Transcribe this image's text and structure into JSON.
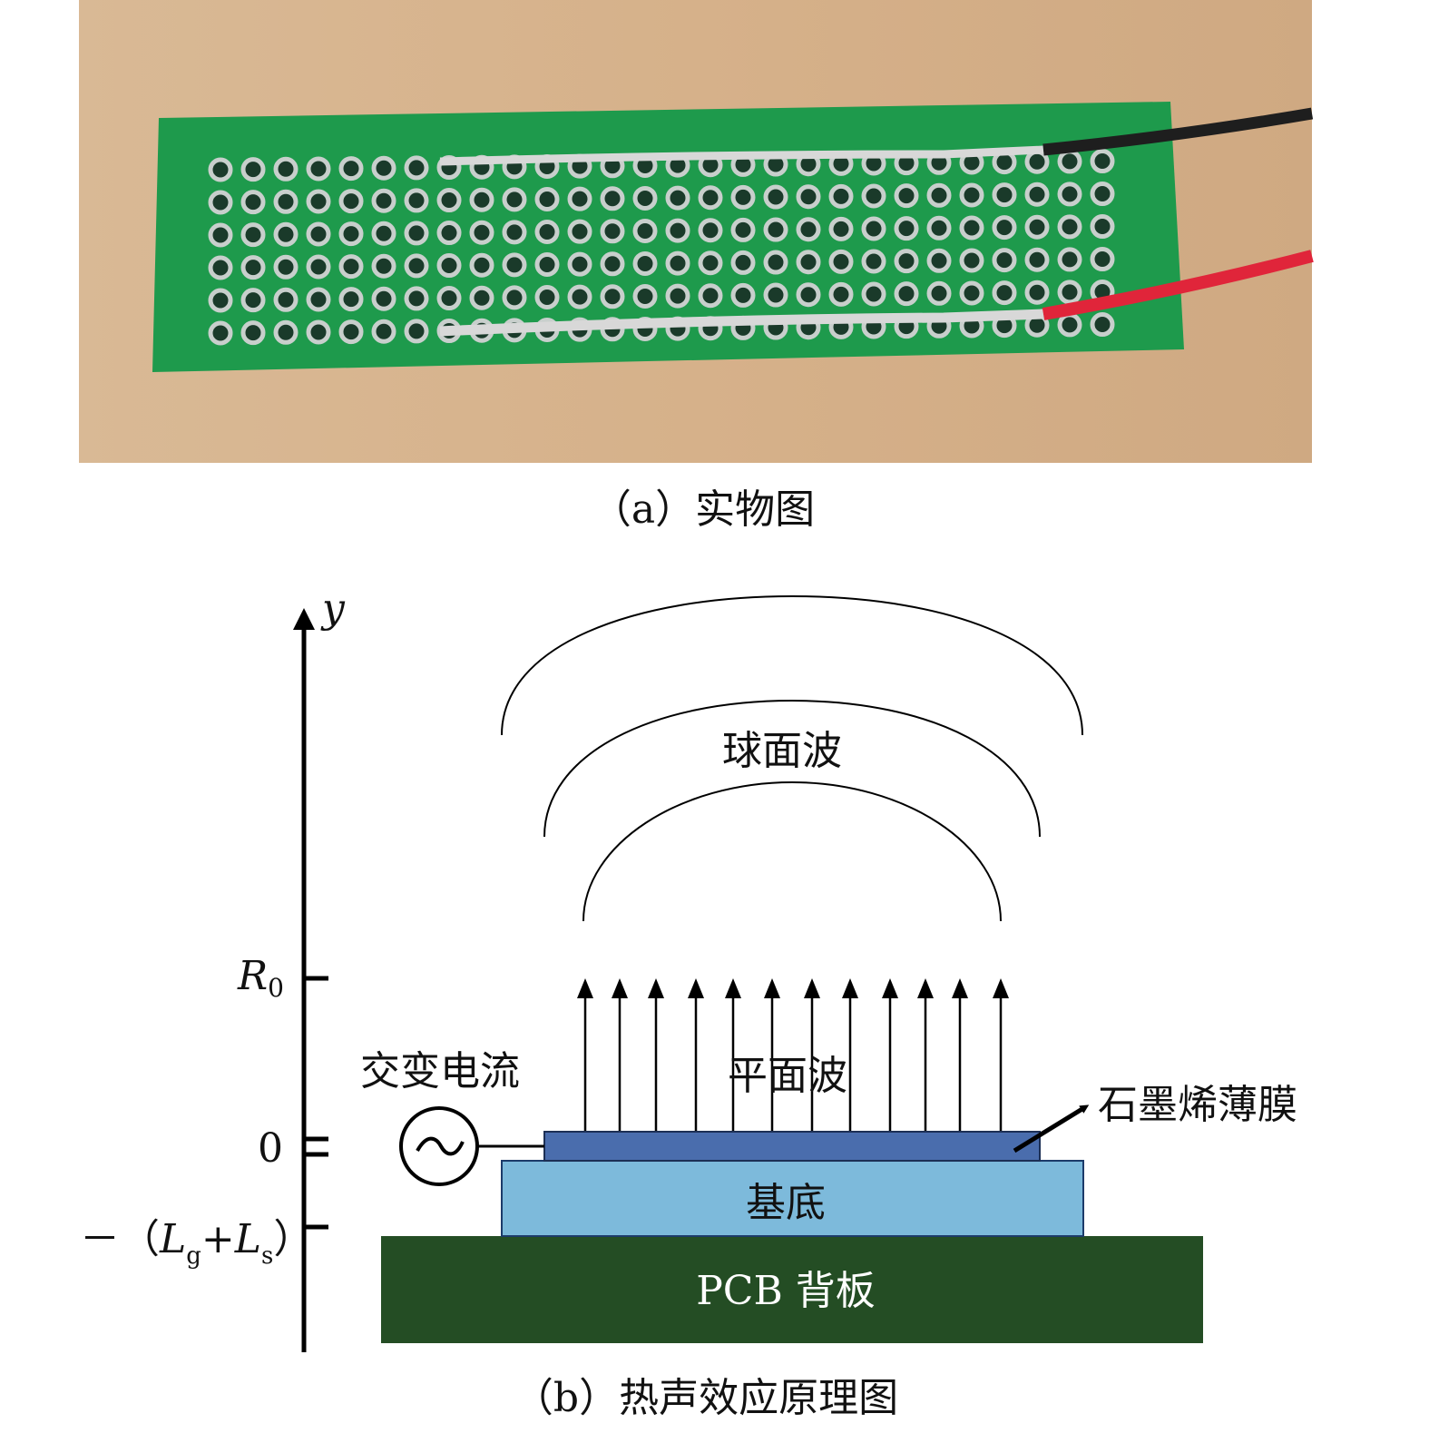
{
  "figure_a": {
    "caption": "（a）实物图",
    "colors": {
      "wood": "#d8b48e",
      "pcb": "#1e9a4c",
      "red_wire": "#e0253a",
      "black_wire": "#1e1e1e"
    }
  },
  "figure_b": {
    "caption": "（b）热声效应原理图",
    "axis": {
      "label": "y",
      "ticks": {
        "r0_main": "R",
        "r0_sub": "0",
        "zero": "0",
        "neg_prefix": "－（",
        "neg_l1": "L",
        "neg_l1_sub": "g",
        "neg_plus": "+",
        "neg_l2": "L",
        "neg_l2_sub": "s",
        "neg_suffix": "）"
      }
    },
    "labels": {
      "spherical_wave": "球面波",
      "plane_wave": "平面波",
      "ac_current": "交变电流",
      "graphene_film": "石墨烯薄膜",
      "substrate": "基底",
      "pcb_backplate": "PCB 背板",
      "ac_symbol": "~"
    },
    "colors": {
      "graphene": "#4a6dad",
      "substrate": "#7dbadb",
      "pcb": "#244d24"
    },
    "plane_wave_arrow_count": 12,
    "spherical_wave_count": 3
  }
}
